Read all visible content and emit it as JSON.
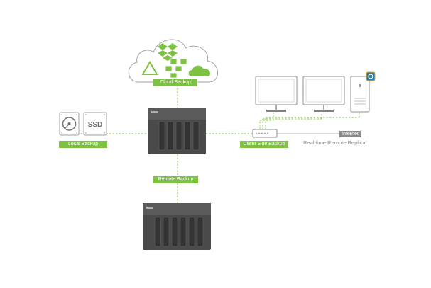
{
  "labels": {
    "cloud_backup": "Cloud Backup",
    "local_backup": "Local Backup",
    "client_side_backup": "Client Side Backup",
    "remote_backup": "Remote Backup",
    "internet": "Internet",
    "realtime_replication": "Real-time Remote Replicat",
    "ssd": "SSD"
  },
  "colors": {
    "accent_green": "#7dc242",
    "device_outline": "#a0a0a0",
    "nas_body": "#4a4a4a",
    "internet_tag": "#8a8a8a"
  },
  "icons": [
    "cloud-icon",
    "dropbox-icon",
    "google-drive-icon",
    "cubes-icon",
    "onedrive-icon",
    "hdd-icon",
    "ssd-icon",
    "nas-icon",
    "monitor-icon",
    "pc-tower-icon",
    "router-icon"
  ]
}
